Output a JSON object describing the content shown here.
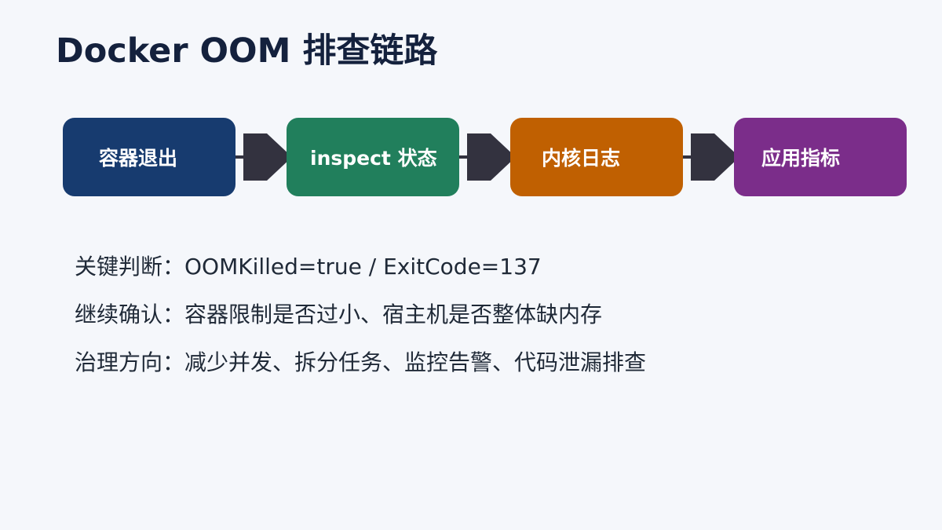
{
  "title": "Docker OOM 排查链路",
  "flow": {
    "steps": [
      {
        "label": "容器退出",
        "color": "#173b6f"
      },
      {
        "label": "inspect 状态",
        "color": "#217f5c"
      },
      {
        "label": "内核日志",
        "color": "#c06001"
      },
      {
        "label": "应用指标",
        "color": "#7b2d8a"
      }
    ],
    "arrow_color": "#33323f"
  },
  "notes": [
    "关键判断：OOMKilled=true / ExitCode=137",
    "继续确认：容器限制是否过小、宿主机是否整体缺内存",
    "治理方向：减少并发、拆分任务、监控告警、代码泄漏排查"
  ],
  "colors": {
    "background": "#f5f7fb",
    "title": "#14213d",
    "text": "#1f2937"
  }
}
